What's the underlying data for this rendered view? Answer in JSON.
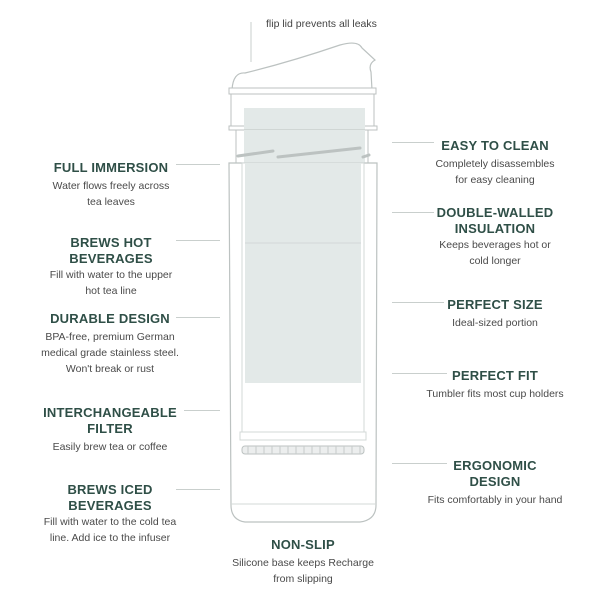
{
  "top_callout": {
    "label": "flip lid prevents all leaks"
  },
  "left_features": [
    {
      "title": "FULL IMMERSION",
      "desc": "Water flows freely across tea leaves"
    },
    {
      "title": "BREWS HOT BEVERAGES",
      "desc": "Fill with water to the upper hot tea line"
    },
    {
      "title": "DURABLE DESIGN",
      "desc": "BPA-free, premium German medical grade stainless steel. Won't break or rust"
    },
    {
      "title": "INTERCHANGEABLE FILTER",
      "desc": "Easily brew tea or coffee"
    },
    {
      "title": "BREWS ICED BEVERAGES",
      "desc": "Fill with water to the cold tea line. Add ice to the infuser"
    }
  ],
  "right_features": [
    {
      "title": "EASY TO CLEAN",
      "desc": "Completely disassembles for easy cleaning"
    },
    {
      "title": "DOUBLE-WALLED INSULATION",
      "desc": "Keeps beverages hot or cold longer"
    },
    {
      "title": "PERFECT SIZE",
      "desc": "Ideal-sized portion"
    },
    {
      "title": "PERFECT FIT",
      "desc": "Tumbler fits most cup holders"
    },
    {
      "title": "ERGONOMIC DESIGN",
      "desc": "Fits comfortably in your hand"
    }
  ],
  "bottom_feature": {
    "title": "NON-SLIP",
    "desc": "Silicone base keeps Recharge from slipping"
  },
  "colors": {
    "title": "#2f4f47",
    "body": "#4a4a4a",
    "line": "#c9cfcd",
    "fill": "#e3e9e8",
    "outline": "#bcc2c1"
  }
}
